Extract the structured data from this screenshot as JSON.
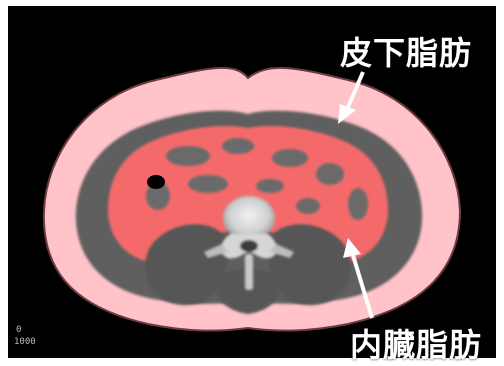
{
  "labels": {
    "subcutaneous_fat": "皮下脂肪",
    "visceral_fat": "内臓脂肪"
  },
  "corner_text": {
    "zero": "0",
    "scale": "1000"
  },
  "colors": {
    "background": "#000000",
    "subcutaneous": "#ffc3c9",
    "visceral": "#f46a6a",
    "muscle": "#5f5f5f",
    "bone": "#e0e0e0",
    "arrows": "#ffffff"
  }
}
